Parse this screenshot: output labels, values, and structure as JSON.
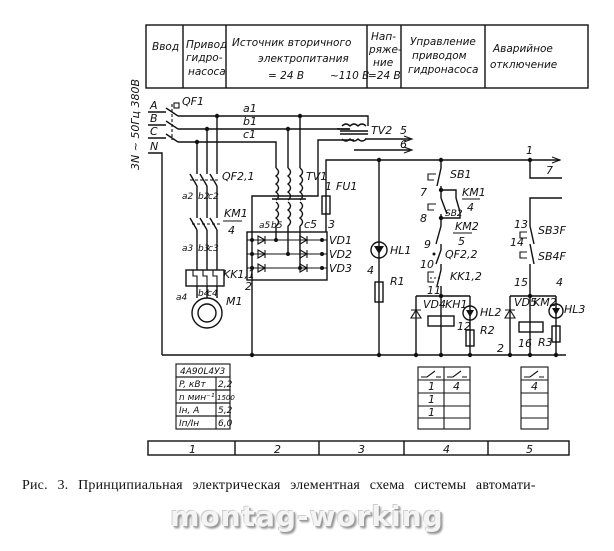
{
  "header": {
    "columns": [
      {
        "lines": [
          "Ввод"
        ]
      },
      {
        "lines": [
          "Привод",
          "гидро-",
          "насоса"
        ]
      },
      {
        "lines": [
          "Источник вторичного",
          "электропитания"
        ],
        "sub_left": "= 24 В",
        "sub_right": "~110 В"
      },
      {
        "lines": [
          "Нап-",
          "ряже-",
          "ние",
          "=24 В"
        ]
      },
      {
        "lines": [
          "Управление",
          "приводом",
          "гидронасоса"
        ]
      },
      {
        "lines": [
          "Аварийное",
          "отключение"
        ]
      }
    ]
  },
  "supply": {
    "network_label": "3N ~ 50Гц 380В",
    "phases": [
      "A",
      "B",
      "C",
      "N"
    ]
  },
  "components": {
    "qf1": "QF1",
    "qf21": "QF2,1",
    "km1": "KM1",
    "km1_ref": "4",
    "kk11": "KK1,1",
    "m1": "M1",
    "tv1": "TV1",
    "tv2": "TV2",
    "fu1": "FU1",
    "vd1": "VD1",
    "vd2": "VD2",
    "vd3": "VD3",
    "hl1": "HL1",
    "r1": "R1",
    "sb1": "SB1",
    "sb2": "SB2",
    "km1_b": "KM1",
    "km1_b_ref": "4",
    "km2": "KM2",
    "km2_ref": "5",
    "qf22": "QF2,2",
    "kk12": "KK1,2",
    "vd4": "VD4",
    "kh1": "KH1",
    "hl2": "HL2",
    "r2": "R2",
    "sb3f": "SB3F",
    "sb4f": "SB4F",
    "vd5": "VD5",
    "km2_coil": "KM2",
    "hl3": "HL3",
    "r3": "R3"
  },
  "wires": {
    "a1": "a1",
    "b1": "b1",
    "c1": "c1",
    "a2": "a2",
    "b2": "b2",
    "c2": "c2",
    "a3": "a3",
    "b3": "b3",
    "c3": "c3",
    "a4": "a4",
    "b4": "b4",
    "c4": "c4",
    "a5": "a5",
    "b5": "b5",
    "c5": "c5",
    "n1": "1",
    "n2": "2",
    "n3": "3",
    "n4": "4",
    "n5": "5",
    "n6": "6",
    "n7": "7",
    "n7b": "7",
    "n8": "8",
    "n9": "9",
    "n10": "10",
    "n11": "11",
    "n12": "12",
    "n13": "13",
    "n14": "14",
    "n15": "15",
    "n16": "16",
    "n1_top": "1",
    "n2_mid": "2",
    "n2_bot": "2",
    "n4_right": "4",
    "n1_mid": "1"
  },
  "motor_table": {
    "model": "4А90L4У3",
    "rows": [
      {
        "param": "P, кВт",
        "value": "2,2"
      },
      {
        "param": "n мин⁻¹",
        "value": "1500"
      },
      {
        "param": "Iн, А",
        "value": "5,2"
      },
      {
        "param": "Iп/Iн",
        "value": "6,0"
      }
    ]
  },
  "contact_table_4": {
    "header": [
      "NO-contact",
      "NO-contact"
    ],
    "rows": [
      [
        "1",
        "4"
      ],
      [
        "1",
        ""
      ],
      [
        "1",
        ""
      ],
      [
        "",
        ""
      ]
    ]
  },
  "contact_table_5": {
    "header": [
      "NO-contact"
    ],
    "rows": [
      [
        "4"
      ],
      [
        ""
      ],
      [
        ""
      ],
      [
        ""
      ]
    ]
  },
  "zones": [
    "1",
    "2",
    "3",
    "4",
    "5"
  ],
  "caption": "Рис. 3. Принципиальная электрическая элементная схема системы автомати-",
  "watermark": "montag-working"
}
